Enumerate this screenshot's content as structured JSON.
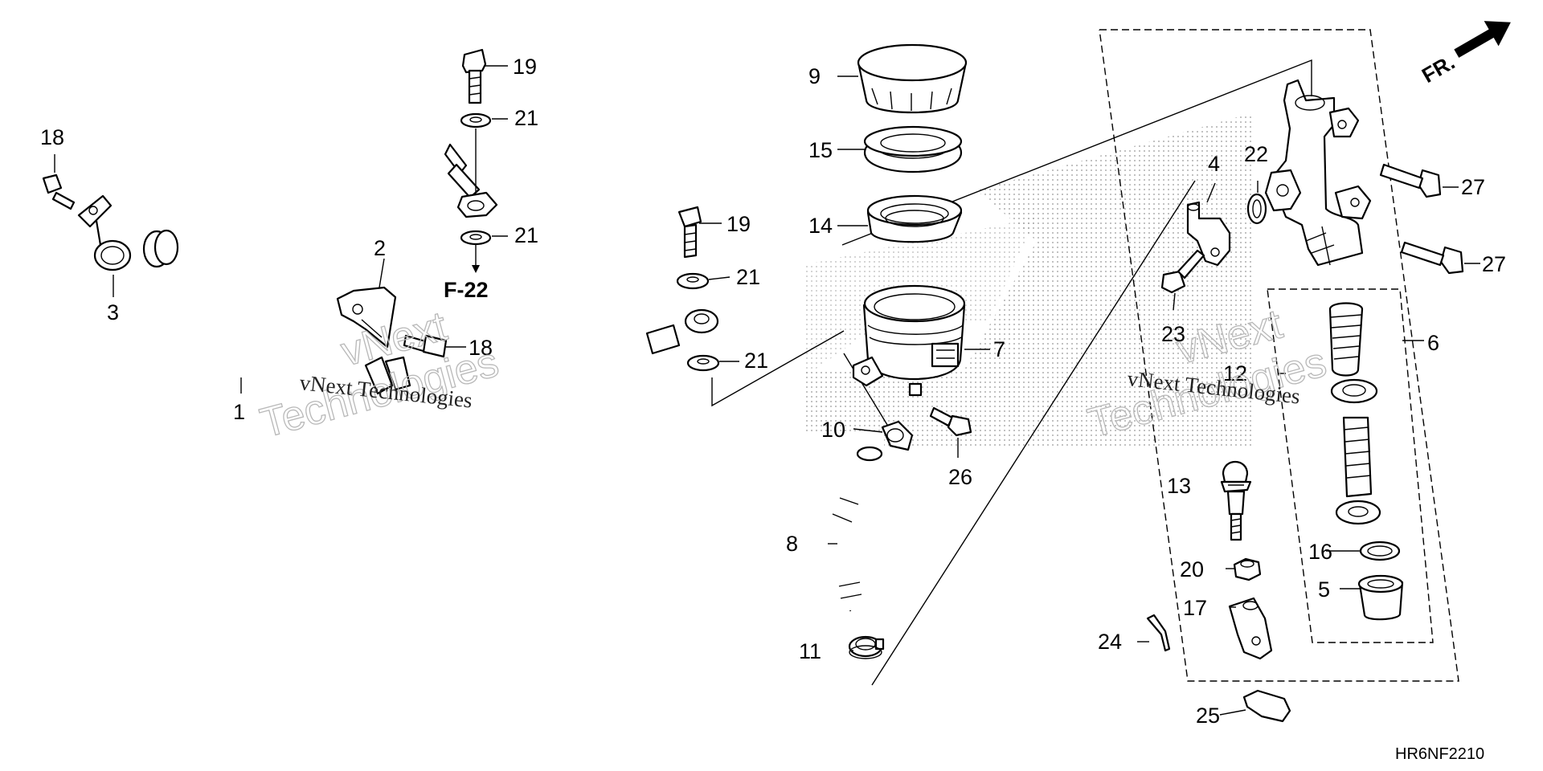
{
  "diagram": {
    "code": "HR6NF2210",
    "front_marker": "FR.",
    "reference": "F-22",
    "watermark": {
      "line1": "vNext",
      "line2": "Technologies",
      "serif": "vNext Technologies"
    },
    "callouts": {
      "c1": "1",
      "c2": "2",
      "c3": "3",
      "c4": "4",
      "c5": "5",
      "c6": "6",
      "c7": "7",
      "c8": "8",
      "c9": "9",
      "c10": "10",
      "c11": "11",
      "c12": "12",
      "c13": "13",
      "c14": "14",
      "c15": "15",
      "c16": "16",
      "c17": "17",
      "c18a": "18",
      "c18b": "18",
      "c19a": "19",
      "c19b": "19",
      "c20": "20",
      "c21a": "21",
      "c21b": "21",
      "c21c": "21",
      "c21d": "21",
      "c22": "22",
      "c23": "23",
      "c24": "24",
      "c25": "25",
      "c26": "26",
      "c27a": "27",
      "c27b": "27"
    },
    "colors": {
      "ink": "#000000",
      "watermark": "#b8b8b8",
      "background": "#ffffff"
    }
  }
}
